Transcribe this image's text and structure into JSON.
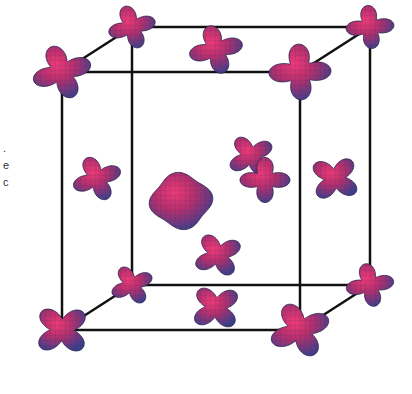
{
  "diagram": {
    "labels": [
      ".",
      "e",
      "c"
    ]
  }
}
